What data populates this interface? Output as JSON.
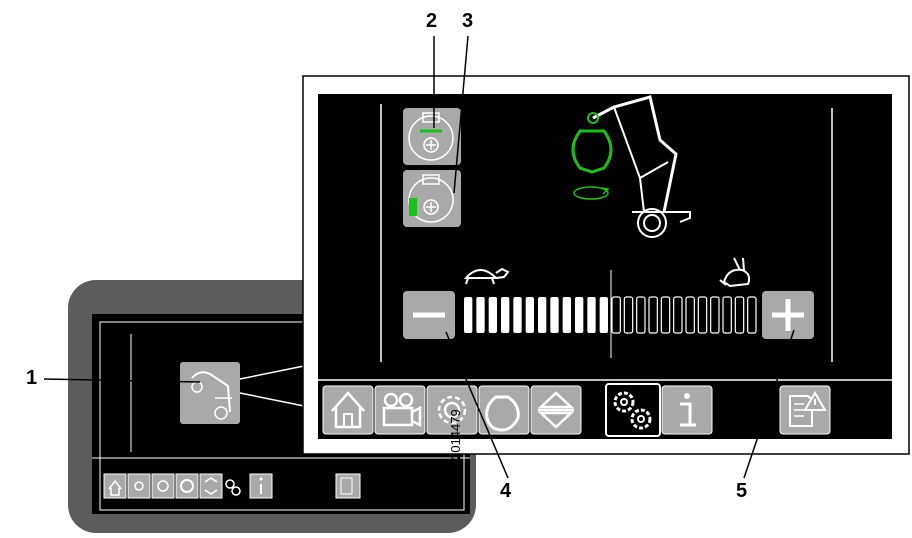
{
  "callouts": {
    "c1": "1",
    "c2": "2",
    "c3": "3",
    "c4": "4",
    "c5": "5"
  },
  "figure_code": "G2014479",
  "speed_bar": {
    "total_segments": 24,
    "filled_segments": 12
  },
  "colors": {
    "screen": "#000000",
    "button_gray": "#a9a9a9",
    "active_green": "#18c218",
    "bezel": "#5c5c5c",
    "segment": "#ffffff"
  },
  "icons": {
    "tabs": [
      "home-icon",
      "camera-icon",
      "engine-gear-icon",
      "ring-icon",
      "up-down-arrows-icon",
      "settings-gears-icon",
      "info-icon",
      "warning-log-icon"
    ],
    "detail": [
      "boom-tip-icon",
      "boom-rotation-icon",
      "crane-illustration",
      "turtle-icon",
      "rabbit-icon"
    ]
  }
}
